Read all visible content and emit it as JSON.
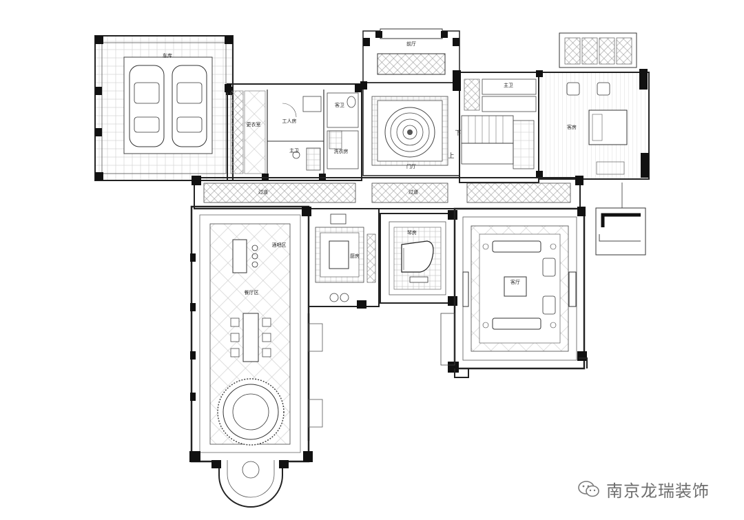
{
  "plan": {
    "rooms": {
      "garage": "车库",
      "foyer_top": "前厅",
      "entrance": "门厅",
      "corridor_left": "过道",
      "corridor_right": "过道",
      "bar_area": "酒吧区",
      "dining": "餐厅区",
      "kitchen": "厨房",
      "piano": "琴房",
      "living": "客厅",
      "guest_room": "客房",
      "master_bath": "主卫",
      "bath_small": "客卫",
      "laundry": "洗衣房",
      "worker_room": "工人房",
      "worker_bath": "主卫",
      "changing": "更衣室"
    },
    "markers": {
      "down": "下",
      "up": "上"
    }
  },
  "watermark": {
    "text": "南京龙瑞装饰",
    "icon": "wechat-icon"
  }
}
